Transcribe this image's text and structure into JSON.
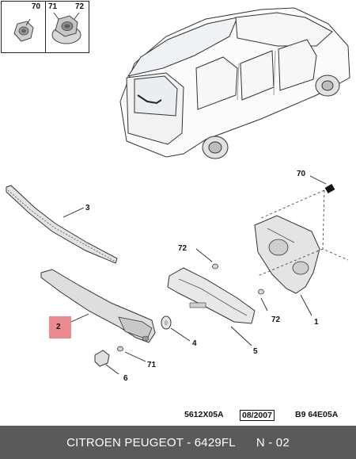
{
  "inset": {
    "labels": [
      "70",
      "71",
      "72"
    ]
  },
  "callouts": {
    "c70": "70",
    "c3": "3",
    "c72a": "72",
    "c72b": "72",
    "c1": "1",
    "c2": "2",
    "c4": "4",
    "c5": "5",
    "c71": "71",
    "c6": "6"
  },
  "footer": {
    "code1": "5612X05A",
    "date": "08/2007",
    "code2": "B9 64E05A"
  },
  "bottom_bar": {
    "title": "CITROEN PEUGEOT - 6429FL",
    "page": "N - 02"
  },
  "colors": {
    "highlight": "#ec8b8f",
    "bottom_bar": "#5a5a5a",
    "line": "#222222",
    "part_fill": "#e6e6e6"
  }
}
